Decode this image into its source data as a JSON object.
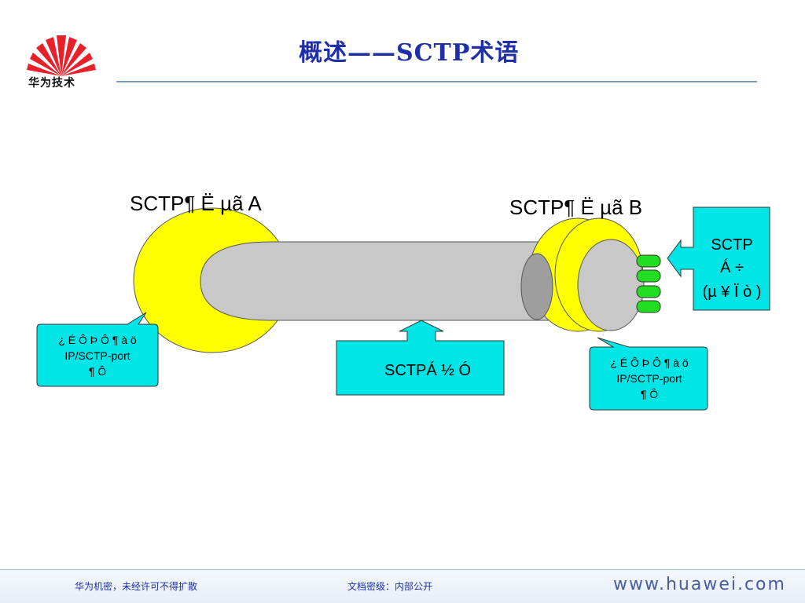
{
  "logo": {
    "text": "华为技术"
  },
  "title": "概述——SCTP术语",
  "diagram": {
    "endpoint_a_label": "SCTP¶ Ë µã A",
    "endpoint_b_label": "SCTP¶ Ë µã B",
    "callout_left": {
      "line1": "¿ É Ô Þ Ô ¶ à ö",
      "line2": "IP/SCTP-port",
      "line3": "¶ Ô"
    },
    "callout_right": {
      "line1": "¿ É Ô Þ Ô ¶ à ö",
      "line2": "IP/SCTP-port",
      "line3": "¶ Ô"
    },
    "association_box": "SCTPÁ ½ Ó",
    "stream_box": {
      "line1": "SCTP",
      "line2": "Á ÷",
      "line3": "(µ ¥ Ï ò )"
    },
    "colors": {
      "yellow": "#ffff00",
      "cyan": "#00e5e5",
      "green": "#22dd22",
      "tube": "#c8c8c8"
    }
  },
  "footer": {
    "left": "华为机密，未经许可不得扩散",
    "middle": "文档密级：内部公开",
    "url": "www.huawei.com"
  }
}
